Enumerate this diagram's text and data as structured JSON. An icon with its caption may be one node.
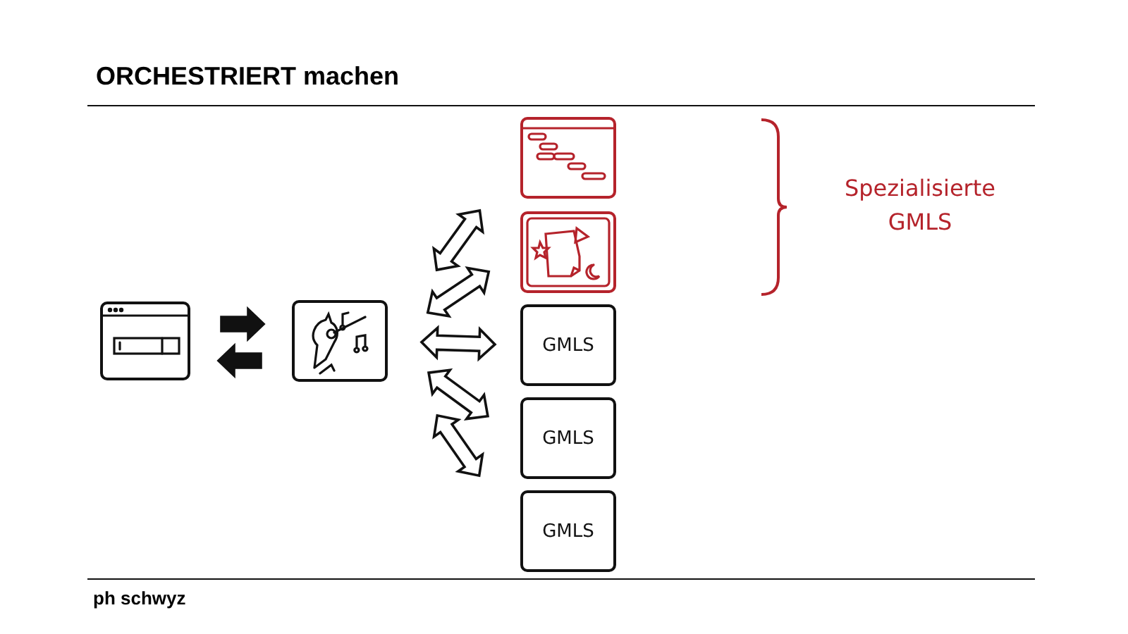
{
  "diagram": {
    "title": "ORCHESTRIERT machen",
    "nodes": [
      {
        "text": [],
        "shape": "picture"
      },
      {
        "text": [],
        "shape": "picture"
      },
      {
        "text": [],
        "shape": "picture"
      },
      {
        "text": [],
        "shape": "picture"
      },
      {
        "text": [
          "GMLS"
        ]
      },
      {
        "text": [
          "GMLS"
        ]
      },
      {
        "text": [
          "GMLS"
        ]
      }
    ],
    "edges": [
      {
        "from": 0,
        "to": 1,
        "arrow": "to"
      },
      {
        "from": 1,
        "to": 0,
        "arrow": "to"
      },
      {
        "from": 1,
        "to": 2,
        "arrow": "both"
      },
      {
        "from": 1,
        "to": 3,
        "arrow": "both"
      },
      {
        "from": 1,
        "to": 4,
        "arrow": "both"
      },
      {
        "from": 1,
        "to": 5,
        "arrow": "both"
      },
      {
        "from": 1,
        "to": 6,
        "arrow": "both"
      }
    ],
    "labels": [
      "Spezialisierte GMLS",
      "ph schwyz"
    ]
  }
}
